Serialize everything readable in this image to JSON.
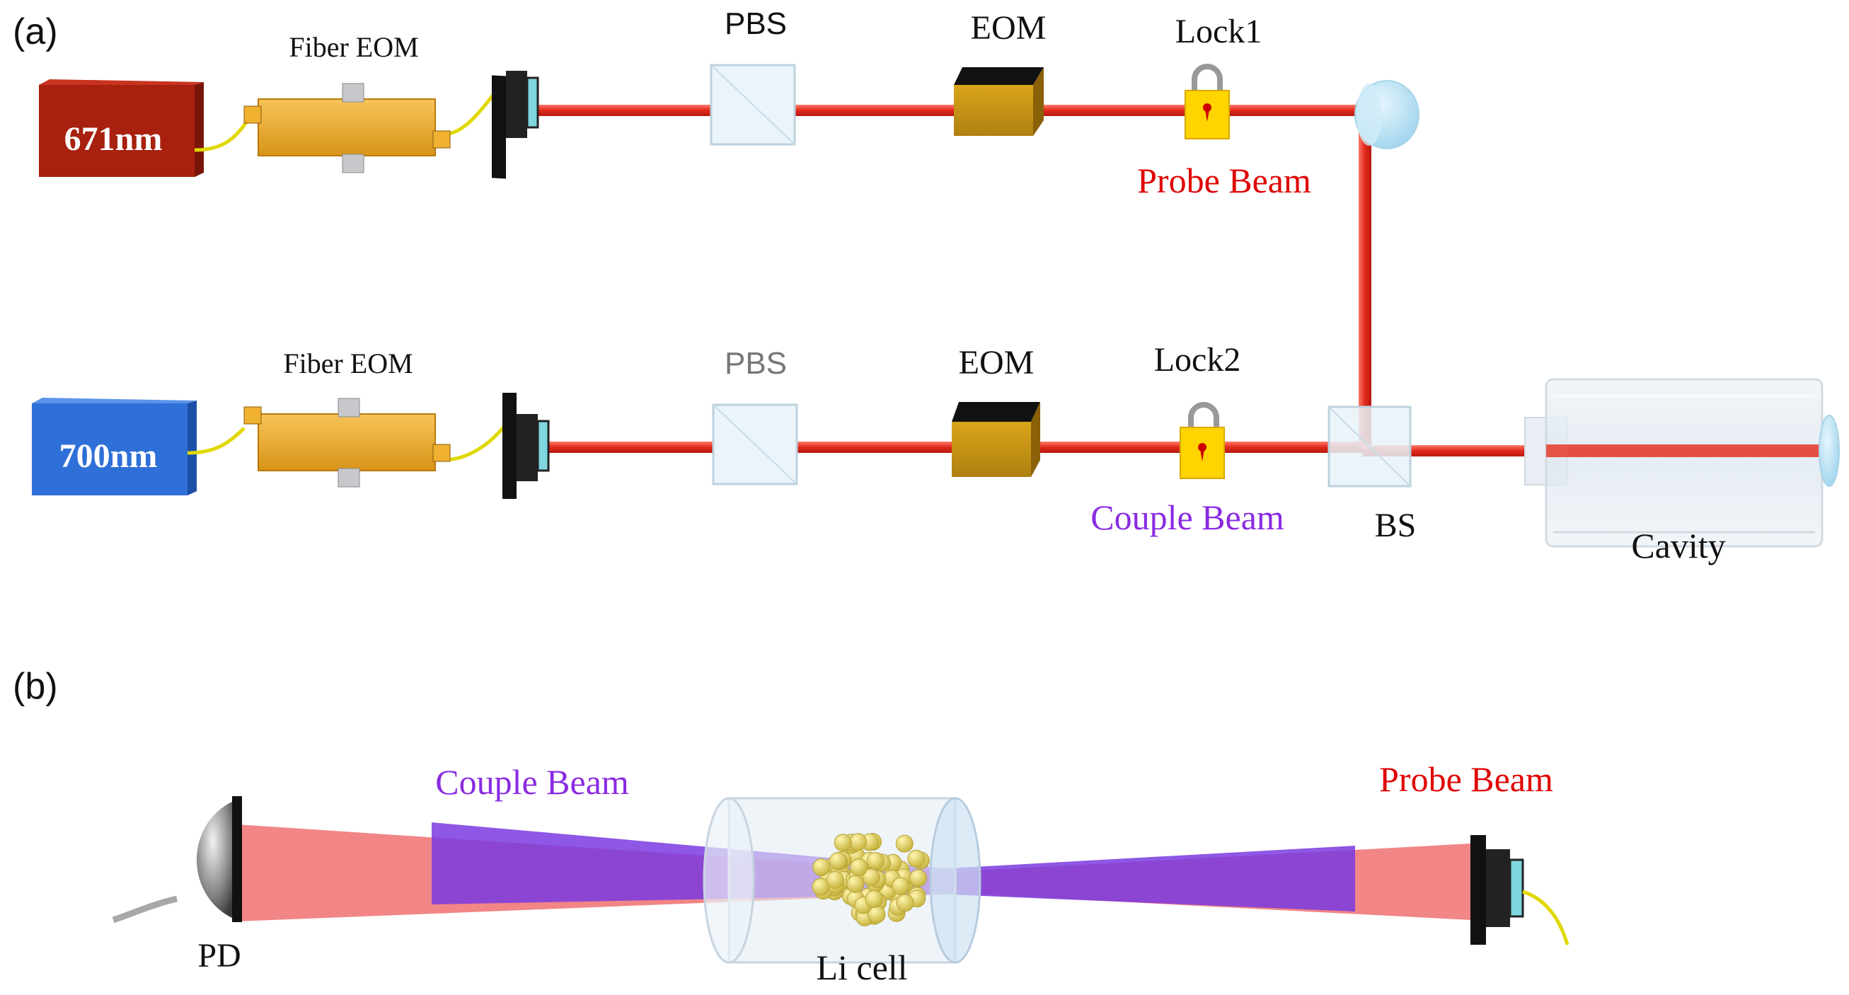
{
  "panel_a": {
    "panel_label": "(a)",
    "laser_top": "671nm",
    "laser_bottom": "700nm",
    "fiber_eom_top": "Fiber EOM",
    "fiber_eom_bottom": "Fiber EOM",
    "pbs_top": "PBS",
    "pbs_bottom": "PBS",
    "eom_top": "EOM",
    "eom_bottom": "EOM",
    "lock1": "Lock1",
    "lock2": "Lock2",
    "probe_beam": "Probe Beam",
    "couple_beam": "Couple Beam",
    "bs": "BS",
    "cavity": "Cavity"
  },
  "panel_b": {
    "panel_label": "(b)",
    "couple_beam": "Couple Beam",
    "probe_beam": "Probe Beam",
    "pd": "PD",
    "li_cell": "Li cell"
  },
  "colors": {
    "probe": "#e00000",
    "couple": "#8a2be2",
    "laser_671": "#b0200f",
    "laser_700": "#2f6fd8",
    "eom_body": "#d4a017",
    "fiber_eom": "#f0b030",
    "lock": "#ffd400",
    "beam": "#e8382a"
  }
}
